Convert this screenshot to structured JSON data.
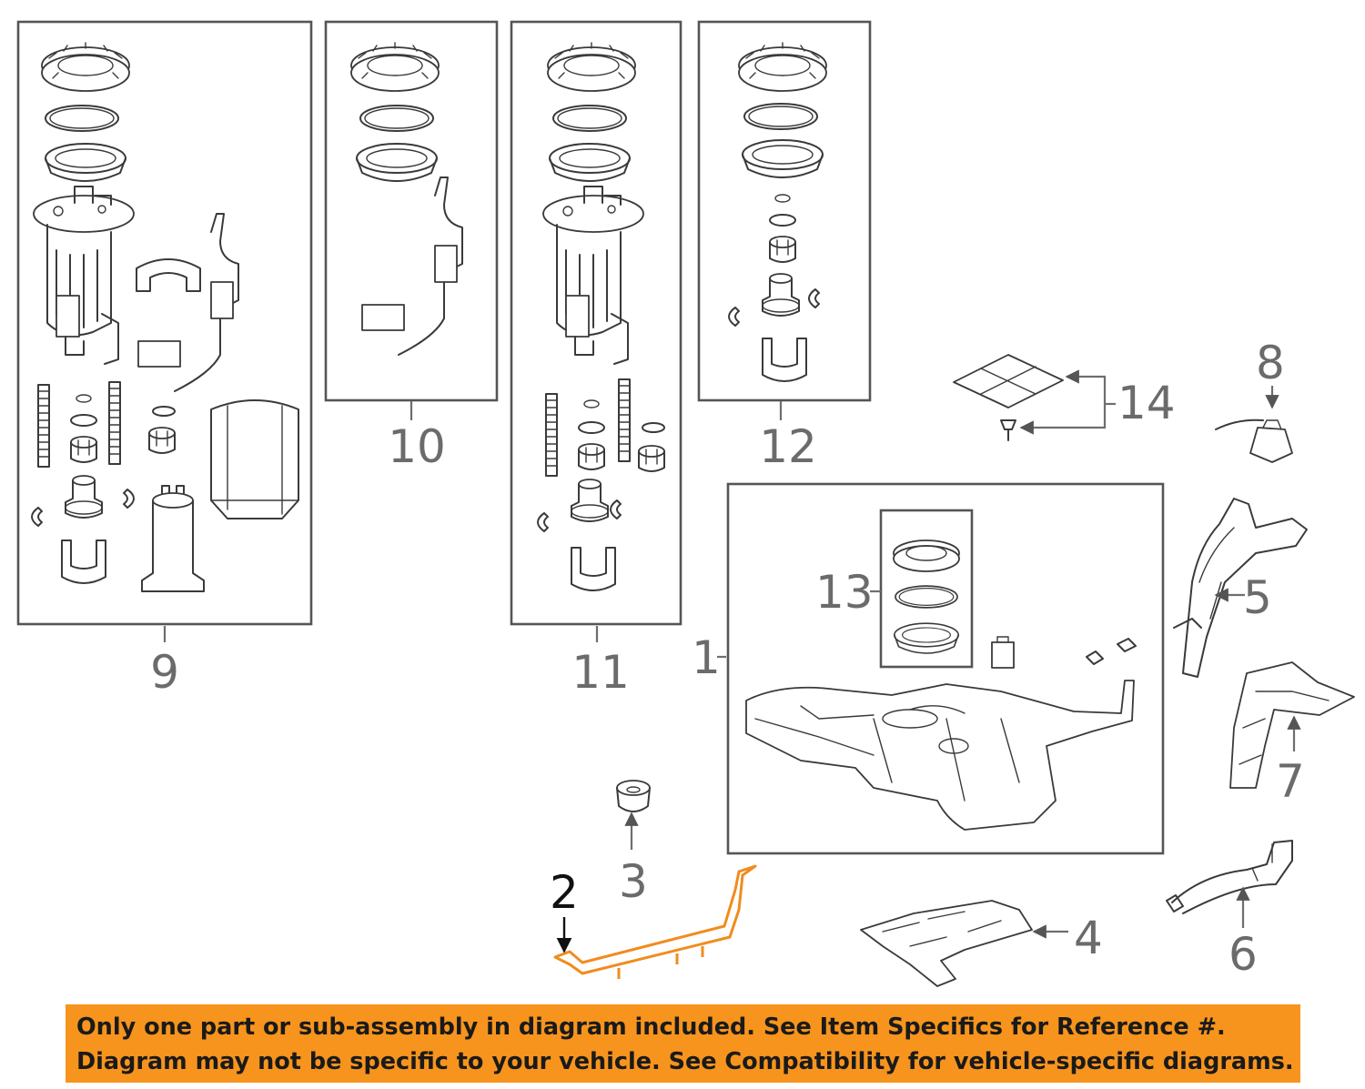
{
  "callouts": {
    "c1": "1",
    "c2": "2",
    "c3": "3",
    "c4": "4",
    "c5": "5",
    "c6": "6",
    "c7": "7",
    "c8": "8",
    "c9": "9",
    "c10": "10",
    "c11": "11",
    "c12": "12",
    "c13": "13",
    "c14": "14"
  },
  "highlight_color": "#f08c1e",
  "banner": {
    "color": "#f7941d",
    "line1": "Only one part or sub-assembly in diagram included. See Item Specifics for Reference #.",
    "line2": "Diagram may not be specific to your vehicle. See Compatibility for vehicle-specific diagrams."
  }
}
